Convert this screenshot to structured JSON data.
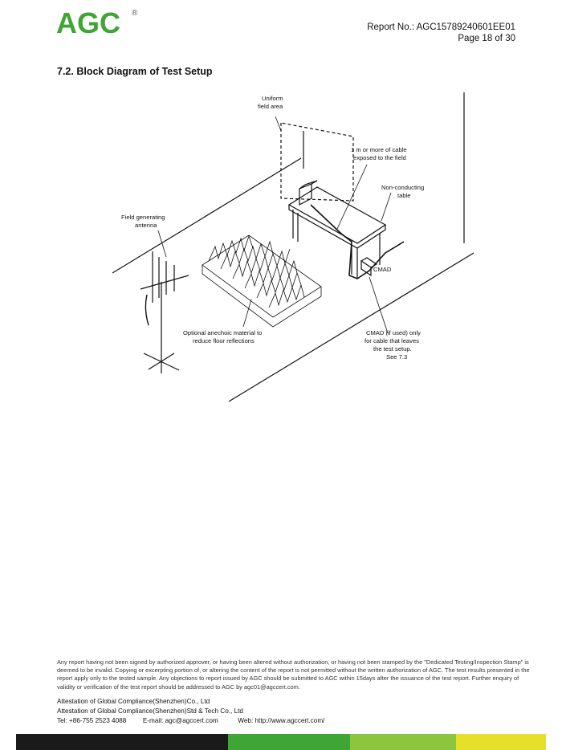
{
  "header": {
    "logo_text": "AGC",
    "logo_mark": "®",
    "report_no": "Report No.: AGC15789240601EE01",
    "page": "Page 18 of 30"
  },
  "section": {
    "title": "7.2. Block Diagram of Test Setup"
  },
  "diagram": {
    "labels": {
      "uniform_1": "Uniform",
      "uniform_2": "field area",
      "cable_1": "1 m or more of cable",
      "cable_2": "exposed to the field",
      "table_1": "Non-conducting",
      "table_2": "table",
      "antenna_1": "Field generating",
      "antenna_2": "antenna",
      "cmad": "CMAD",
      "anechoic_1": "Optional anechoic material to",
      "anechoic_2": "reduce floor reflections",
      "cmad_note_1": "CMAD (if used) only",
      "cmad_note_2": "for cable that leaves",
      "cmad_note_3": "the test setup.",
      "cmad_note_4": "See 7.3"
    }
  },
  "footer": {
    "disclaimer": "Any report having not been signed by authorized approver, or having been altered without authorization, or having not been stamped by the \"Dedicated Testing/Inspection Stamp\" is deemed to be invalid. Copying or excerpting portion of, or altering the content of the report is not permitted without the written authorization of AGC. The test results presented in the report apply only to the tested sample. Any objections to report issued by AGC should be submitted to AGC within 15days after the issuance of the test report. Further enquiry of validity or verification of the test report should be addressed to AGC by agc01@agccert.com.",
    "line1": "Attestation of Global Compliance(Shenzhen)Co., Ltd",
    "line2": "Attestation of Global Compliance(Shenzhen)Std & Tech Co., Ltd",
    "tel": "Tel: +86-755 2523 4088",
    "email": "E-mail: agc@agccert.com",
    "web": "Web: http://www.agccert.com/"
  },
  "colors": {
    "logo_green": "#3fa535",
    "logo_gray": "#555555",
    "bar_black": "#1a1a1a",
    "bar_green": "#3fa535",
    "bar_lightgreen": "#8cc63f",
    "bar_yellow": "#e6e02a"
  }
}
